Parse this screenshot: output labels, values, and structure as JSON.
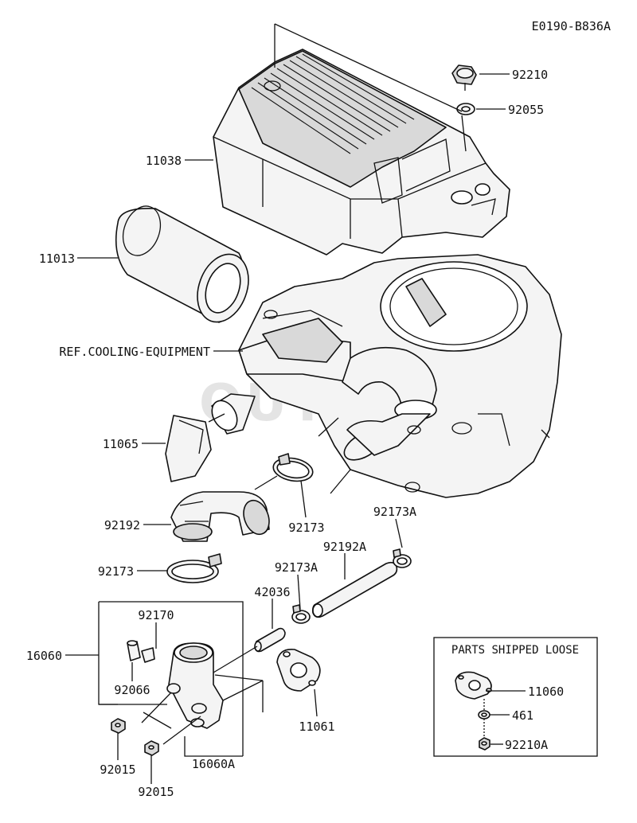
{
  "diagram_code": "E0190-B836A",
  "watermark": "OUTLET'S",
  "callouts": {
    "p92210": "92210",
    "p92055": "92055",
    "p11038": "11038",
    "p11013": "11013",
    "ref_cooling": "REF.COOLING-EQUIPMENT",
    "p11065": "11065",
    "p92192": "92192",
    "p92173_a": "92173",
    "p92173A_top": "92173A",
    "p92192A": "92192A",
    "p92173_b": "92173",
    "p92173A_mid": "92173A",
    "p42036": "42036",
    "p92170": "92170",
    "p16060": "16060",
    "p92066": "92066",
    "p11061": "11061",
    "p92015_a": "92015",
    "p16060A": "16060A",
    "p92015_b": "92015"
  },
  "parts_shipped_loose": {
    "title": "PARTS SHIPPED LOOSE",
    "items": [
      "11060",
      "461",
      "92210A"
    ]
  }
}
